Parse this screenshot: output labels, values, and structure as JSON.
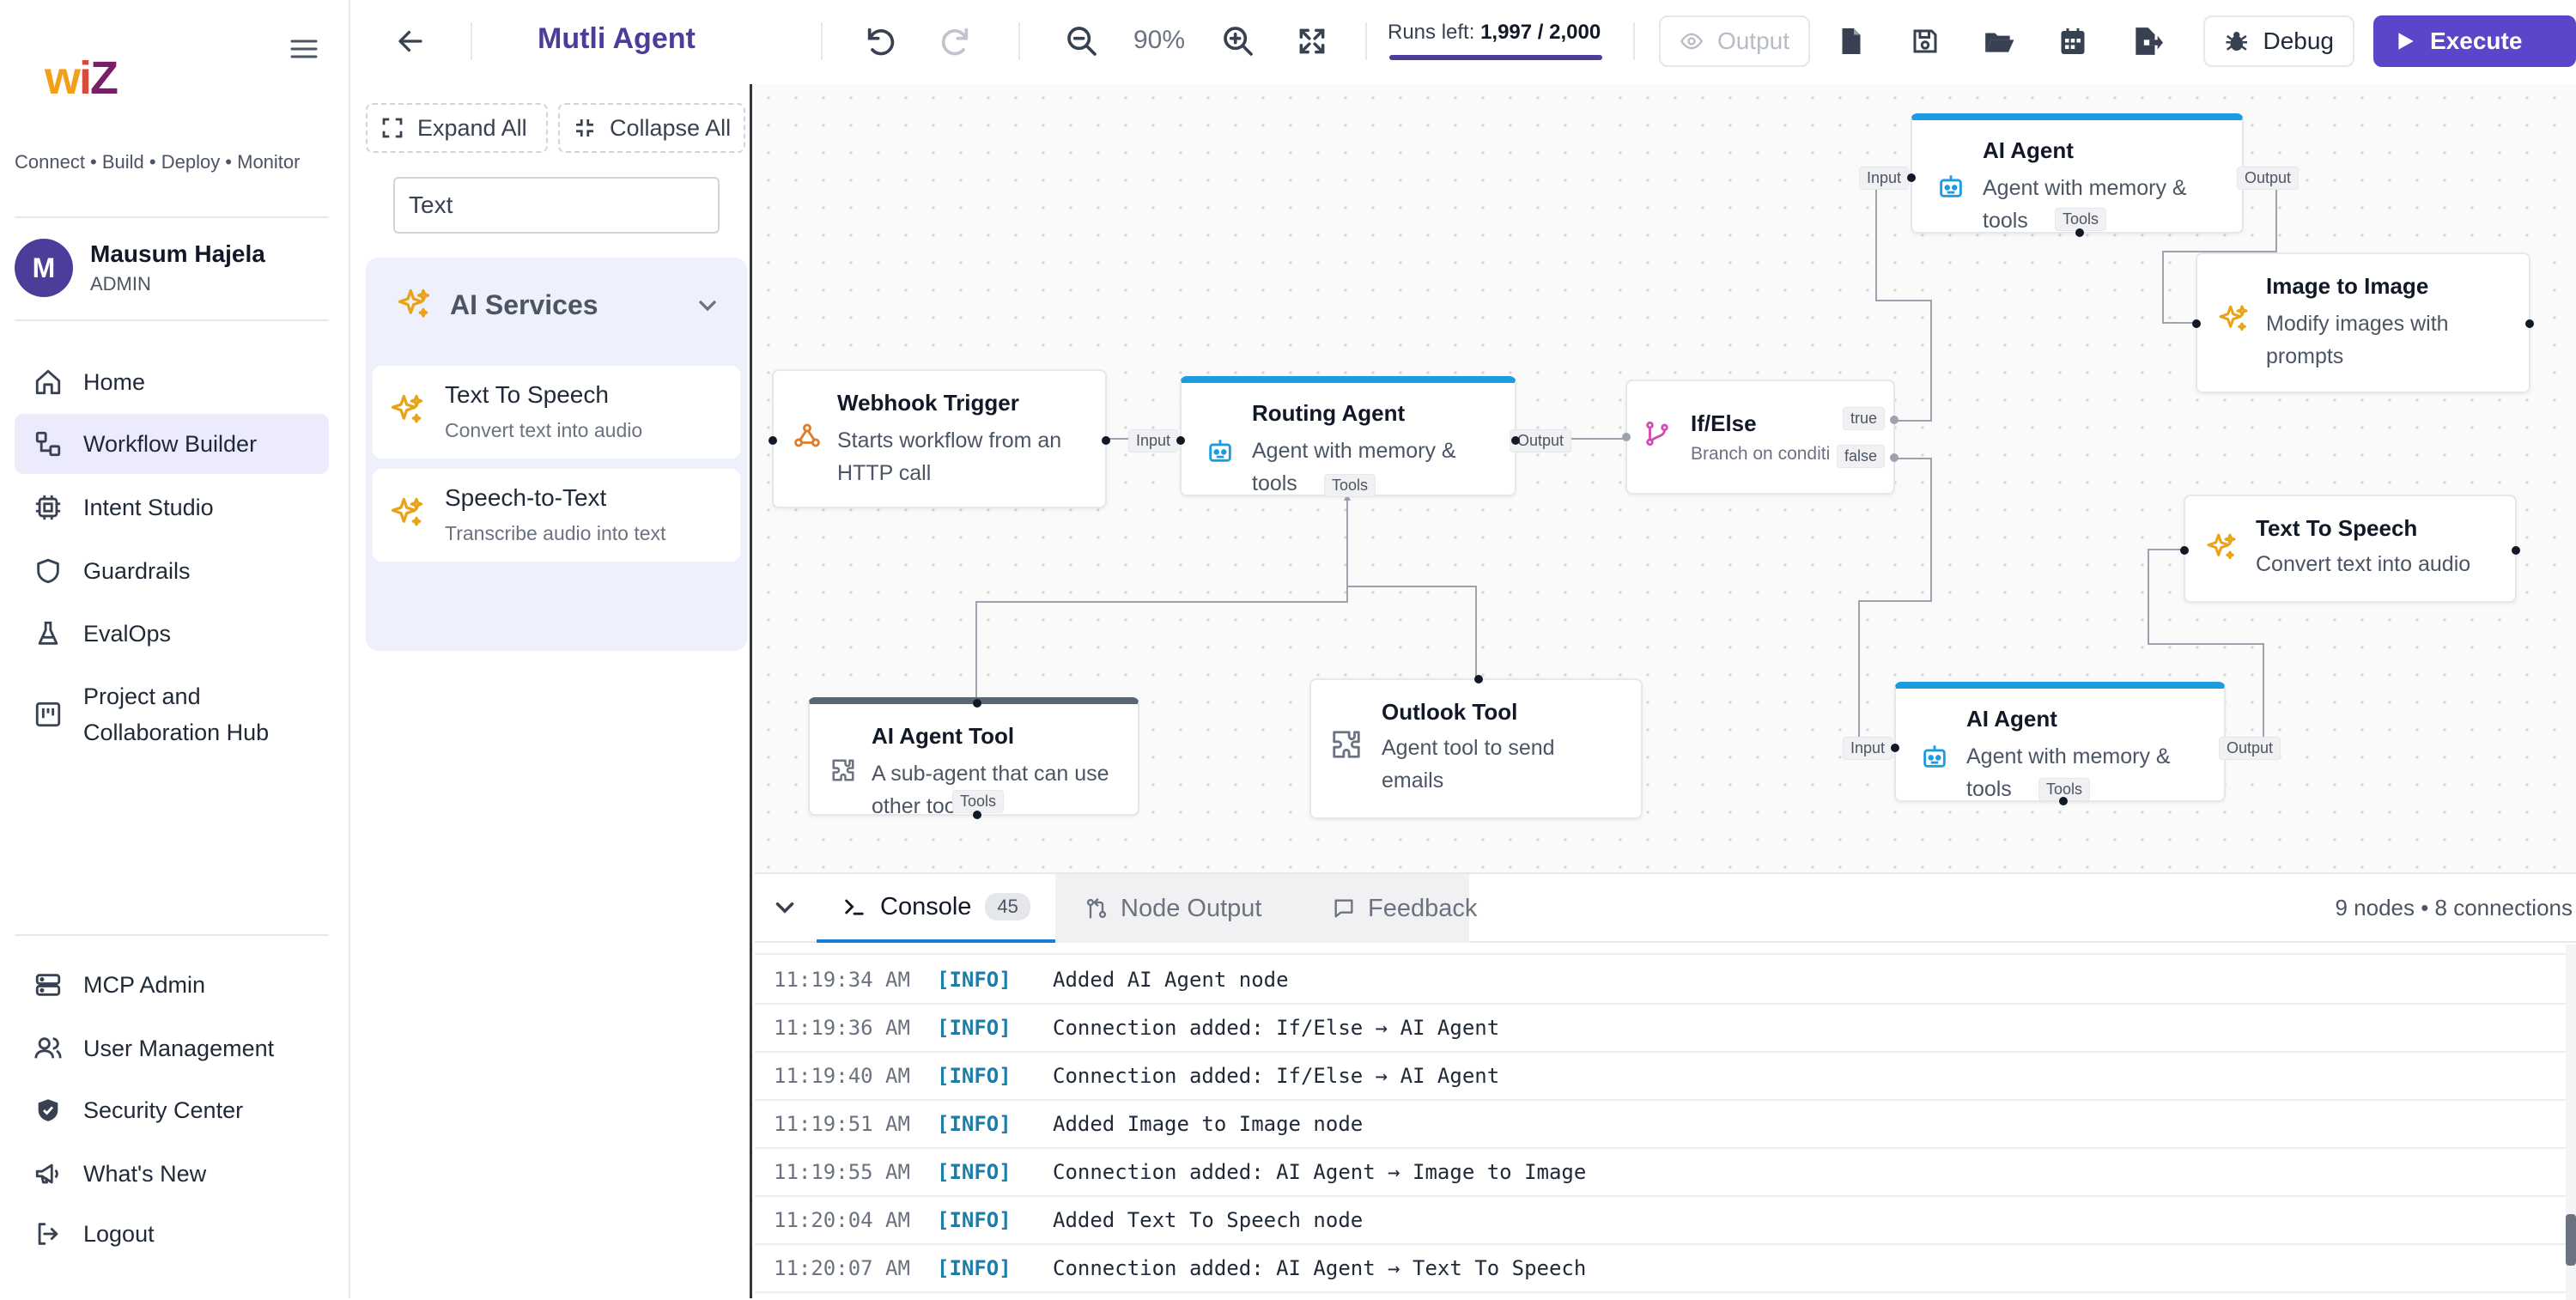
{
  "brand": {
    "logo_w": "w",
    "logo_i": "i",
    "logo_z": "Z",
    "tagline": "Connect • Build • Deploy • Monitor"
  },
  "user": {
    "initial": "M",
    "name": "Mausum Hajela",
    "role": "ADMIN"
  },
  "nav": {
    "items": [
      {
        "label": "Home",
        "icon": "home-icon"
      },
      {
        "label": "Workflow Builder",
        "icon": "workflow-icon",
        "active": true
      },
      {
        "label": "Intent Studio",
        "icon": "cpu-icon"
      },
      {
        "label": "Guardrails",
        "icon": "shield-icon"
      },
      {
        "label": "EvalOps",
        "icon": "flask-icon"
      },
      {
        "label": "Project and Collaboration Hub",
        "icon": "kanban-icon"
      }
    ],
    "bottom": [
      {
        "label": "MCP Admin",
        "icon": "server-icon"
      },
      {
        "label": "User Management",
        "icon": "users-icon"
      },
      {
        "label": "Security Center",
        "icon": "shield-check-icon"
      },
      {
        "label": "What's New",
        "icon": "megaphone-icon"
      },
      {
        "label": "Logout",
        "icon": "logout-icon"
      }
    ]
  },
  "topbar": {
    "title": "Mutli Agent",
    "zoom": "90%",
    "runs_label": "Runs left:",
    "runs_value": "1,997 / 2,000",
    "runs_fraction": 0.9985,
    "output_label": "Output",
    "debug_label": "Debug",
    "execute_label": "Execute"
  },
  "panel": {
    "expand_label": "Expand All",
    "collapse_label": "Collapse All",
    "search_value": "Text",
    "category": "AI Services",
    "items": [
      {
        "title": "Text To Speech",
        "subtitle": "Convert text into audio"
      },
      {
        "title": "Speech-to-Text",
        "subtitle": "Transcribe audio into text"
      }
    ]
  },
  "nodes": {
    "webhook": {
      "title": "Webhook Trigger",
      "sub1": "Starts workflow from an",
      "sub2": "HTTP call"
    },
    "routing": {
      "title": "Routing Agent",
      "sub1": "Agent with memory &",
      "sub2": "tools",
      "input": "Input",
      "output": "Output",
      "tools": "Tools"
    },
    "ifelse": {
      "title": "If/Else",
      "sub": "Branch on conditi",
      "true": "true",
      "false": "false"
    },
    "agent_top": {
      "title": "AI Agent",
      "sub1": "Agent with memory &",
      "sub2": "tools",
      "input": "Input",
      "output": "Output",
      "tools": "Tools"
    },
    "img2img": {
      "title": "Image to Image",
      "sub1": "Modify images with",
      "sub2": "prompts"
    },
    "tts": {
      "title": "Text To Speech",
      "sub1": "Convert text into audio"
    },
    "agent_tool": {
      "title": "AI Agent Tool",
      "sub1": "A sub-agent that can use",
      "sub2": "other too",
      "tools": "Tools"
    },
    "outlook": {
      "title": "Outlook Tool",
      "sub1": "Agent tool to send",
      "sub2": "emails"
    },
    "agent_bottom": {
      "title": "AI Agent",
      "sub1": "Agent with memory &",
      "sub2": "tools",
      "input": "Input",
      "output": "Output",
      "tools": "Tools"
    }
  },
  "console": {
    "tab_console": "Console",
    "console_count": "45",
    "tab_output": "Node Output",
    "tab_feedback": "Feedback",
    "stats": "9 nodes • 8 connections",
    "logs": [
      {
        "time": "11:19:34 AM",
        "level": "[INFO]",
        "msg": "Added AI Agent node"
      },
      {
        "time": "11:19:36 AM",
        "level": "[INFO]",
        "msg": "Connection added: If/Else → AI Agent"
      },
      {
        "time": "11:19:40 AM",
        "level": "[INFO]",
        "msg": "Connection added: If/Else → AI Agent"
      },
      {
        "time": "11:19:51 AM",
        "level": "[INFO]",
        "msg": "Added Image to Image node"
      },
      {
        "time": "11:19:55 AM",
        "level": "[INFO]",
        "msg": "Connection added: AI Agent → Image to Image"
      },
      {
        "time": "11:20:04 AM",
        "level": "[INFO]",
        "msg": "Added Text To Speech node"
      },
      {
        "time": "11:20:07 AM",
        "level": "[INFO]",
        "msg": "Connection added: AI Agent → Text To Speech"
      }
    ]
  },
  "colors": {
    "accent": "#5b45c8",
    "title": "#4c3d9a",
    "node_blue": "#1c9be0",
    "log_level": "#1c7ea8",
    "sparkle": "#e8a317"
  }
}
